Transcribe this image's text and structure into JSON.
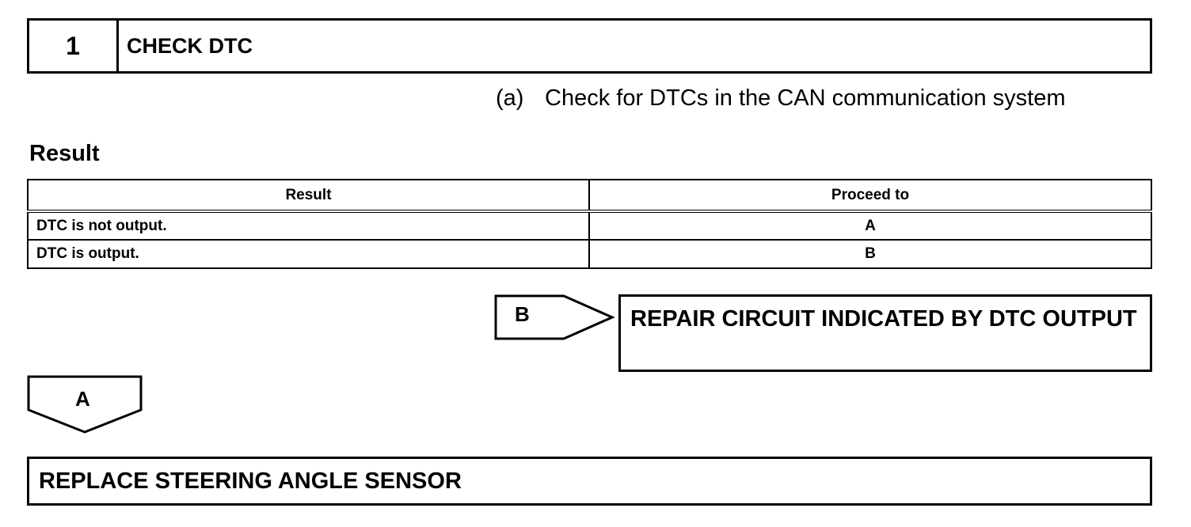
{
  "step": {
    "number": "1",
    "title": "CHECK DTC"
  },
  "instruction": {
    "marker": "(a)",
    "text": "Check for DTCs in the CAN communication system"
  },
  "result_heading": "Result",
  "result_table": {
    "headers": [
      "Result",
      "Proceed to"
    ],
    "rows": [
      [
        "DTC is not output.",
        "A"
      ],
      [
        "DTC is output.",
        "B"
      ]
    ]
  },
  "branch_b": {
    "label": "B",
    "action": "REPAIR CIRCUIT INDICATED BY DTC OUTPUT"
  },
  "branch_a": {
    "label": "A",
    "action": "REPLACE STEERING ANGLE SENSOR"
  }
}
